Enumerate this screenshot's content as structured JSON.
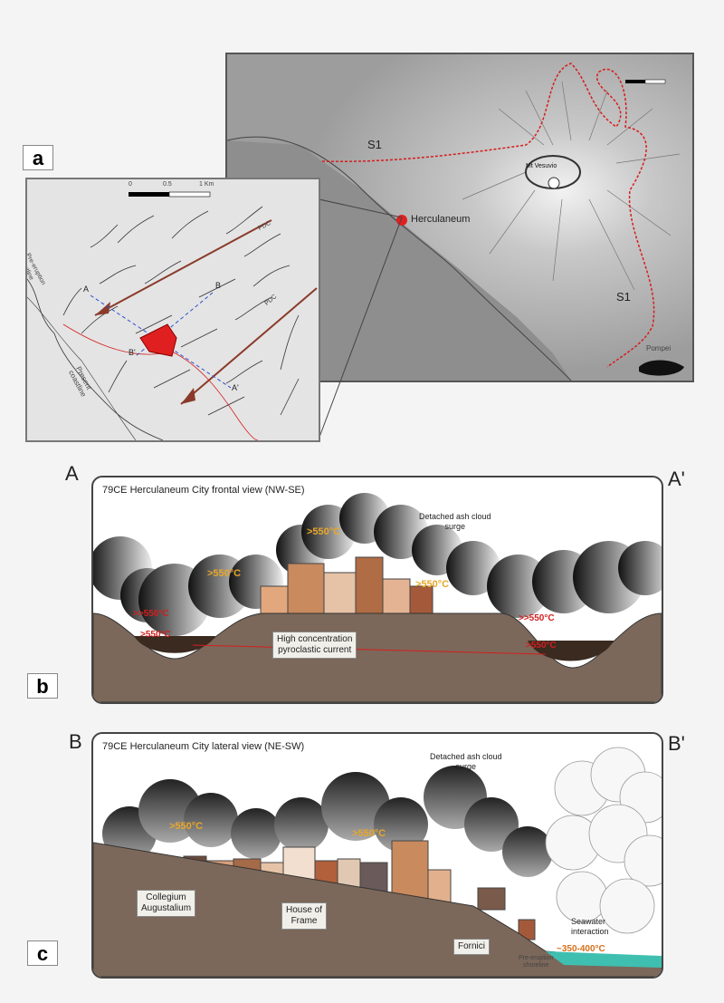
{
  "panels": {
    "a": {
      "letter": "a",
      "map": {
        "labels": {
          "s1_north": "S1",
          "s1_south": "S1",
          "mt_vesuvius": "Mt Vesuvio",
          "herculaneum": "Herculaneum",
          "pompei": "Pompei"
        }
      },
      "inset": {
        "scale": [
          "0",
          "0.5",
          "1 Km"
        ],
        "pdc_upper": "PDC",
        "pdc_lower": "PDC",
        "pre_eruption_coastline": [
          "Pre-eruption",
          "coastline"
        ],
        "present_coastline": [
          "Present",
          "coastline"
        ],
        "point_a": "A",
        "point_a_prime": "A'",
        "point_b": "B",
        "point_b_prime": "B'"
      }
    },
    "b": {
      "letter": "b",
      "left_end": "A",
      "right_end": "A'",
      "title": "79CE Herculaneum City frontal view (NW-SE)",
      "detached_label": [
        "Detached ash cloud",
        "surge"
      ],
      "current_label": [
        "High concentration",
        "pyroclastic current"
      ],
      "temps": {
        "top_center": ">550°C",
        "left_mid": ">550°C",
        "right_mid": ">550°C",
        "left_valley_1": ">>550°C",
        "left_valley_2": ">550°C",
        "right_valley_1": ">>550°C",
        "right_valley_2": ">550°C"
      }
    },
    "c": {
      "letter": "c",
      "left_end": "B",
      "right_end": "B'",
      "title": "79CE Herculaneum City lateral view (NE-SW)",
      "detached_label": [
        "Detached ash cloud",
        "surge"
      ],
      "collegium": [
        "Collegium",
        "Augustalium"
      ],
      "house": [
        "House of",
        "Frame"
      ],
      "fornici": "Fornici",
      "shoreline": [
        "Pre-eruption",
        "shoreline"
      ],
      "seawater": [
        "Seawater",
        "interaction"
      ],
      "temps": {
        "left": ">550°C",
        "center": ">550°C",
        "sea": "~350-400°C"
      }
    }
  },
  "colors": {
    "ground": "#7b685a",
    "flow_red": "#d61d1d",
    "temp_orange": "#e8a72a",
    "sea": "#3fbfb0"
  }
}
